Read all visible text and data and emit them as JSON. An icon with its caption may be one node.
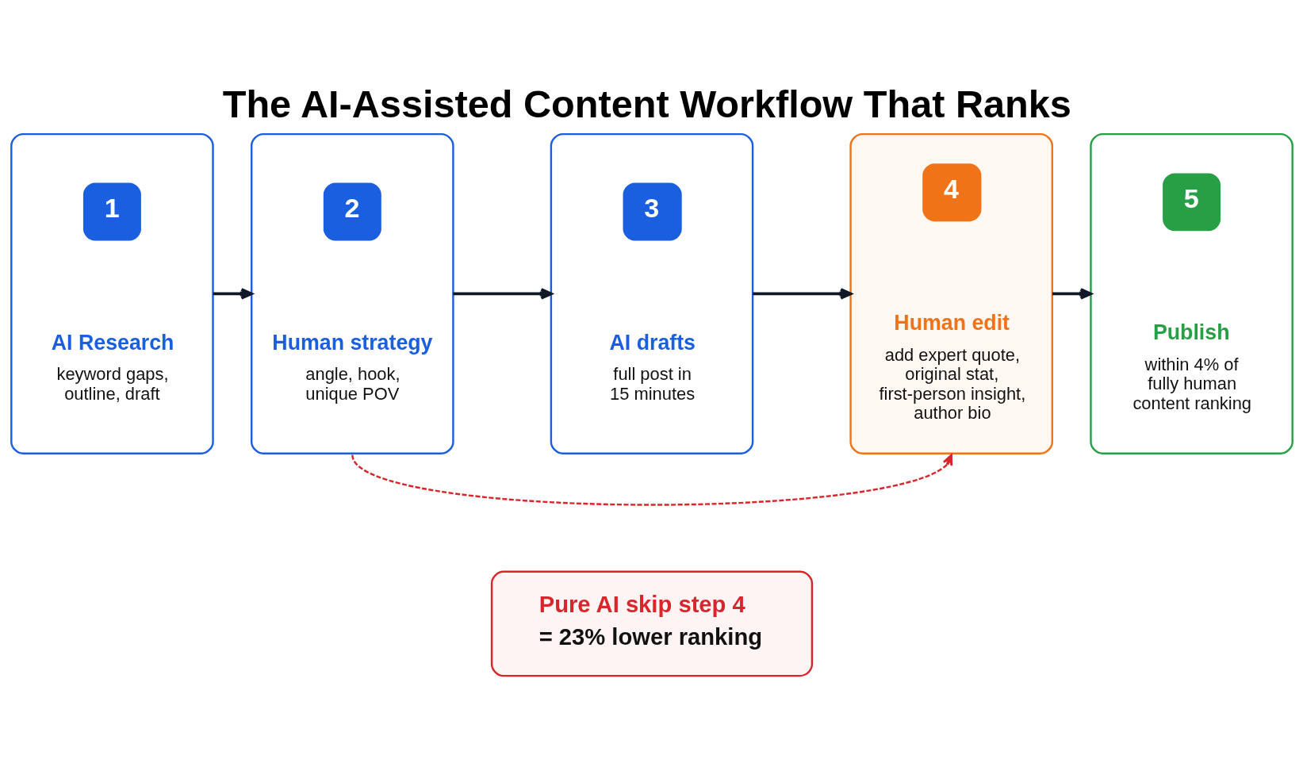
{
  "diagram": {
    "title": "The AI-Assisted Content Workflow That Ranks",
    "nodes": [
      {
        "text": [
          "1",
          "AI Research",
          "keyword gaps, outline, draft"
        ]
      },
      {
        "text": [
          "2",
          "Human strategy",
          "angle, hook, unique POV"
        ]
      },
      {
        "text": [
          "3",
          "AI drafts",
          "full post in 15 minutes"
        ]
      },
      {
        "text": [
          "4",
          "Human edit",
          "add expert quote, original stat, first-person insight, author bio"
        ]
      },
      {
        "text": [
          "5",
          "Publish",
          "within 4% of fully human content ranking"
        ]
      },
      {
        "text": [
          "Pure AI skip step 4",
          "= 23% lower ranking"
        ]
      }
    ],
    "edges": [
      {
        "from": 0,
        "to": 1,
        "arrow": "to"
      },
      {
        "from": 1,
        "to": 2,
        "arrow": "to"
      },
      {
        "from": 2,
        "to": 3,
        "arrow": "to"
      },
      {
        "from": 3,
        "to": 4,
        "arrow": "to"
      },
      {
        "from": 1,
        "to": 3,
        "arrow": "to",
        "style": "dashed",
        "color": "#d9262c"
      }
    ]
  }
}
